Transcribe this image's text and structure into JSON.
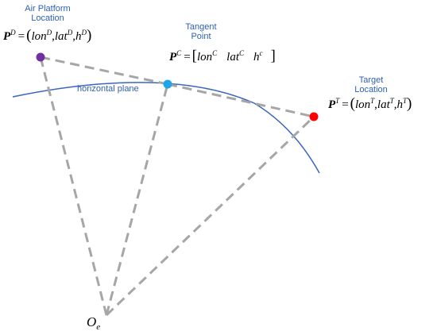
{
  "labels": {
    "air_platform_line1": "Air Platform",
    "air_platform_line2": "Location",
    "tangent_line1": "Tangent",
    "tangent_line2": "Point",
    "target_line1": "Target",
    "target_line2": "Location",
    "horizontal_plane": "horizontal plane",
    "earth_center": "O",
    "earth_center_sub": "e"
  },
  "formulas": {
    "pd": {
      "symbol": "P",
      "sup": "D",
      "eq": "=",
      "open": "(",
      "term1": "lon",
      "term1_sup": "D",
      "sep1": ",",
      "term2": "lat",
      "term2_sup": "D",
      "sep2": ",",
      "term3": "h",
      "term3_sup": "D",
      "close": ")"
    },
    "pc": {
      "symbol": "P",
      "sup": "C",
      "eq": "=",
      "open": "[",
      "term1": "lon",
      "term1_sup": "C",
      "term2": "lat",
      "term2_sup": "C",
      "term3": "h",
      "term3_sup": "c",
      "close": "]"
    },
    "pt": {
      "symbol": "P",
      "sup": "T",
      "eq": "=",
      "open": "(",
      "term1": "lon",
      "term1_sup": "T",
      "sep1": ",",
      "term2": "lat",
      "term2_sup": "T",
      "sep2": ",",
      "term3": "h",
      "term3_sup": "T",
      "close": ")"
    }
  },
  "colors": {
    "arc": "#3a66c0",
    "dash": "#a6a6a6",
    "air_platform_point": "#7030a0",
    "tangent_point": "#1ea7e8",
    "target_point": "#ff0000",
    "label_text": "#2e5fb3"
  }
}
